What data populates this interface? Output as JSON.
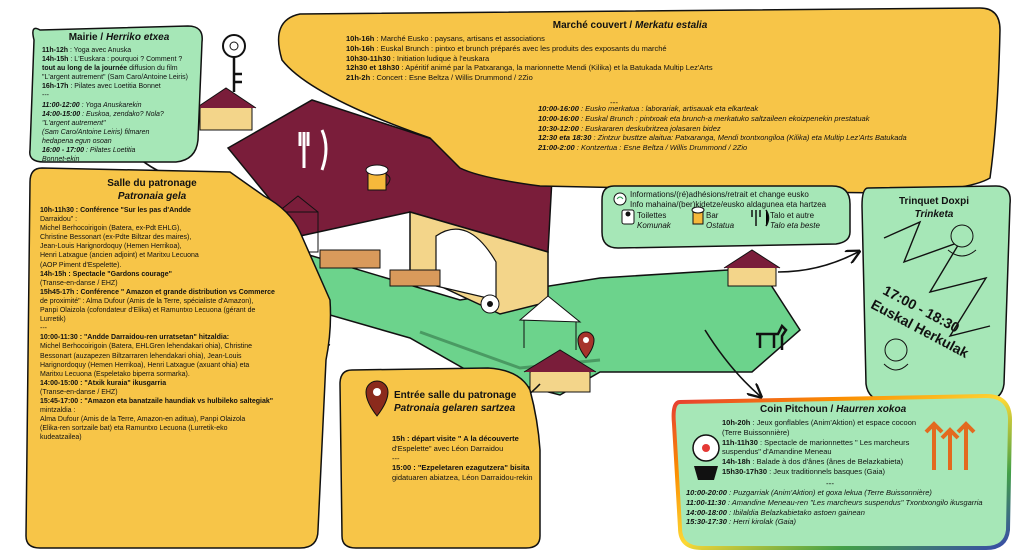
{
  "colors": {
    "yellow": "#f7c548",
    "green": "#a6e7b7",
    "maroon": "#7a1d3a",
    "grass": "#6cd38c",
    "outline": "#111111"
  },
  "mairie": {
    "title": "Mairie / ",
    "title_eu": "Herriko etxea",
    "fr": [
      {
        "time": "11h-12h",
        "text": " : Yoga avec Anuska"
      },
      {
        "time": "14h-15h",
        "text": " : L'Euskara : pourquoi ? Comment ?"
      },
      {
        "time": "tout au long de la journée",
        "text": " diffusion du film"
      },
      {
        "time": "",
        "text": "\"L'argent autrement\" (Sam Caro/Antoine Leiris)"
      },
      {
        "time": "16h-17h",
        "text": " : Pilates avec Loetitia Bonnet"
      }
    ],
    "sep": "---",
    "eu": [
      {
        "time": "11:00-12:00",
        "text": " : Yoga Anuskarekin"
      },
      {
        "time": "14:00-15:00",
        "text": " : Euskoa, zendako? Nola?"
      },
      {
        "time": "",
        "text": "\"L'argent autrement\""
      },
      {
        "time": "",
        "text": "(Sam Caro/Antoine Leiris) filmaren"
      },
      {
        "time": "",
        "text": "hedapena egun osoan"
      },
      {
        "time": "16:00 - 17:00",
        "text": " : Pilates Loetitia"
      },
      {
        "time": "",
        "text": "Bonnet-ekin"
      }
    ]
  },
  "marche": {
    "title": "Marché couvert / ",
    "title_eu": "Merkatu estalia",
    "fr": [
      {
        "time": "10h-16h",
        "text": " : Marché Eusko : paysans, artisans et associations"
      },
      {
        "time": "10h-16h",
        "text": " : Euskal Brunch : pintxo et brunch préparés avec les produits des exposants du marché"
      },
      {
        "time": "10h30-11h30",
        "text": " : Initiation ludique à l'euskara"
      },
      {
        "time": "12h30 et 18h30",
        "text": " : Apéritif animé par la Patxaranga, la marionnette Mendi (Kilika) et la Batukada Multip Lez'Arts"
      },
      {
        "time": "21h-2h",
        "text": " : Concert : Esne Beltza / Willis Drummond / 2Zio"
      }
    ],
    "sep": "---",
    "eu": [
      {
        "time": "10:00-16:00",
        "text": " : Eusko merkatua : laborariak, artisauak eta elkarteak"
      },
      {
        "time": "10:00-16:00",
        "text": " : Euskal Brunch : pintxoak eta brunch-a merkatuko saltzaileen ekoizpenekin prestatuak"
      },
      {
        "time": "10:30-12:00",
        "text": " : Euskararen deskubritzea jolasaren bidez"
      },
      {
        "time": "12:30 eta 18:30",
        "text": " : Zintzur busttze alaitua: Patxaranga, Mendi txontxongiloa (Kilika) eta Multip Lez'Arts Batukada"
      },
      {
        "time": "21:00-2:00",
        "text": " : Kontzertua : Esne Beltza / Willis Drummond / 2Zio"
      }
    ]
  },
  "patronage": {
    "title": "Salle du patronage",
    "title_eu": "Patronaia gela",
    "lines": [
      "10h-11h30 : Conférence \"Sur les pas d'Andde",
      "Darraidou\" :",
      "Michel Berhocoirigoin (Batera, ex-Pdt EHLG),",
      "Christine Bessonart (ex-Pdte Biltzar des maires),",
      "Jean-Louis Harignordoquy (Hemen Herrikoa),",
      "Henri Latxague (ancien adjoint) et Maritxu Lecuona",
      "(AOP Piment d'Espelette).",
      "14h-15h : Spectacle \"Gardons courage\"",
      "(Transe-en-danse / EHZ)",
      "15h45-17h : Conférence \" Amazon et grande distribution vs Commerce",
      "de proximité\" : Alma Dufour (Amis de la Terre, spécialiste d'Amazon),",
      "Panpi Olaizola (cofondateur d'Elika) et Ramuntxo Lecuona (gérant de",
      "Lurretik)",
      "---",
      "10:00-11:30 : \"Andde Darraidou-ren urratsetan\" hitzaldia:",
      "Michel Berhocoirigoin (Batera, EHLGren lehendakari ohia), Christine",
      "Bessonart (auzapezen Biltzarraren lehendakari ohia), Jean-Louis",
      "Harignordoquy (Hemen Herrikoa), Henri Latxague (axuant ohia) eta",
      "Maritxu Lecuona (Espeletako biperra sormarka).",
      "14:00-15:00 : \"Atxik kuraia\" ikusgarria",
      "(Transe-en-danse / EHZ)",
      "15:45-17:00 : \"Amazon eta banatzaile haundiak vs hulbileko saltegiak\"",
      "mintzaldia :",
      "Alma Dufour (Amis de la Terre, Amazon-en aditua), Panpi Olaizola",
      "(Elika-ren sortzaile bat) eta Ramuntxo Lecuona (Lurretik-eko",
      "kudeatzailea)"
    ]
  },
  "entree": {
    "title": "Entrée salle du patronage",
    "title_eu": "Patronaia gelaren sartzea",
    "lines": [
      "15h : départ visite \" A la découverte",
      "d'Espelette\" avec Léon Darraidou",
      "---",
      "15:00 : \"Ezpeletaren ezagutzera\" bisita",
      "gidatuaren abiatzea, Léon Darraidou-rekin"
    ]
  },
  "legend": {
    "info_fr": "Informations/(ré)adhésions/retrait et change eusko",
    "info_eu": "Info mahaina/(ber)kidetze/eusko aldagunea eta hartzea",
    "items": [
      {
        "label": "Toilettes",
        "label_eu": "Komunak",
        "icon": "toilet-icon"
      },
      {
        "label": "Bar",
        "label_eu": "Ostatua",
        "icon": "beer-icon"
      },
      {
        "label": "Talo et autre",
        "label_eu": "Talo eta beste",
        "icon": "cutlery-icon"
      }
    ]
  },
  "trinquet": {
    "title": "Trinquet Doxpi",
    "title_eu": "Trinketa",
    "time": "17:00 - 18:30",
    "event": "Euskal Herkulak"
  },
  "coin": {
    "title": "Coin Pitchoun / ",
    "title_eu": "Haurren xokoa",
    "fr": [
      {
        "time": "10h-20h",
        "text": " : Jeux gonflables (Anim'Aktion) et espace cocoon"
      },
      {
        "time": "",
        "text": "(Terre Buissonnière)"
      },
      {
        "time": "11h-11h30",
        "text": " : Spectacle de marionnettes \" Les marcheurs"
      },
      {
        "time": "",
        "text": "suspendus\" d'Amandine Meneau"
      },
      {
        "time": "14h-18h",
        "text": " : Balade à dos d'ânes (ânes de Belazkabieta)"
      },
      {
        "time": "15h30-17h30",
        "text": " : Jeux traditionnels basques (Gaia)"
      }
    ],
    "sep": "---",
    "eu": [
      {
        "time": "10:00-20:00",
        "text": " : Puzgarriak (Anim'Aktion) et goxa lekua (Terre Buissonnière)"
      },
      {
        "time": "11:00-11:30",
        "text": " : Amandine Meneau-ren \"Les marcheurs suspendus\" Txontxongilo ikusgarria"
      },
      {
        "time": "14:00-18:00",
        "text": " : Ibilaldia Belazkabietako astoen gainean"
      },
      {
        "time": "15:30-17:30",
        "text": " : Herri kirolak (Gaia)"
      }
    ]
  }
}
